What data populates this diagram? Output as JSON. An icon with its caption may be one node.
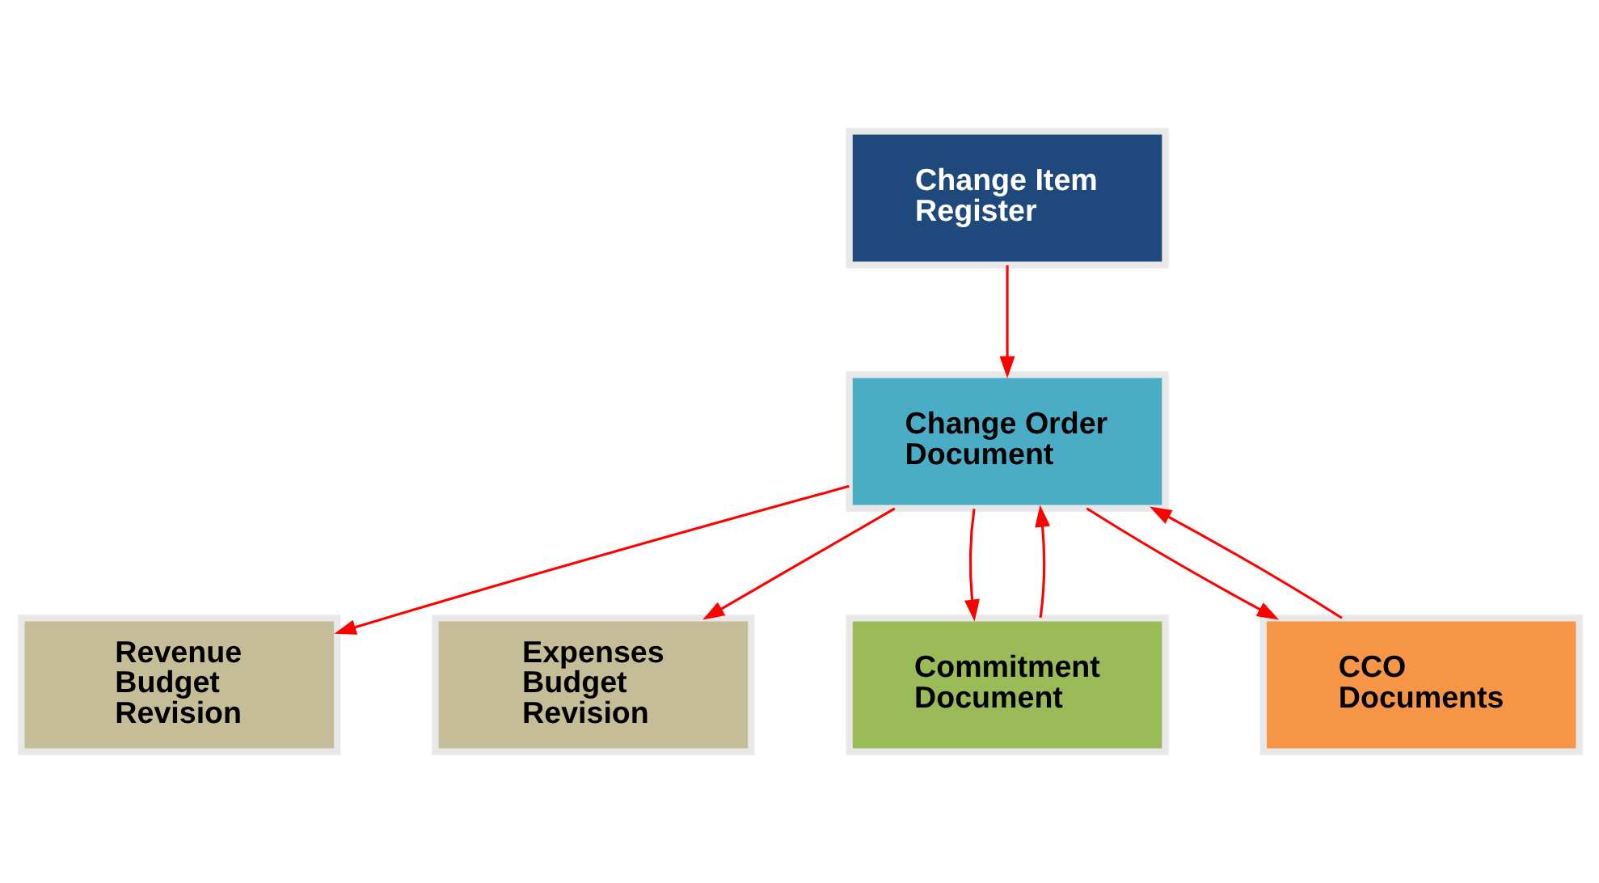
{
  "diagram": {
    "nodes": [
      {
        "text": [
          "Change Item Register"
        ]
      },
      {
        "text": [
          "Change Order Document"
        ]
      },
      {
        "text": [
          "Revenue Budget Revision"
        ]
      },
      {
        "text": [
          "Expenses Budget Revision"
        ]
      },
      {
        "text": [
          "Commitment Document"
        ]
      },
      {
        "text": [
          "CCO Documents"
        ]
      }
    ],
    "edges": [
      {
        "from": 0,
        "to": 1,
        "arrow": "to"
      },
      {
        "from": 1,
        "to": 2,
        "arrow": "to"
      },
      {
        "from": 1,
        "to": 3,
        "arrow": "to"
      },
      {
        "from": 1,
        "to": 4,
        "arrow": "to"
      },
      {
        "from": 4,
        "to": 1,
        "arrow": "to"
      },
      {
        "from": 5,
        "to": 1,
        "arrow": "to"
      },
      {
        "from": 1,
        "to": 5,
        "arrow": "to"
      }
    ]
  }
}
